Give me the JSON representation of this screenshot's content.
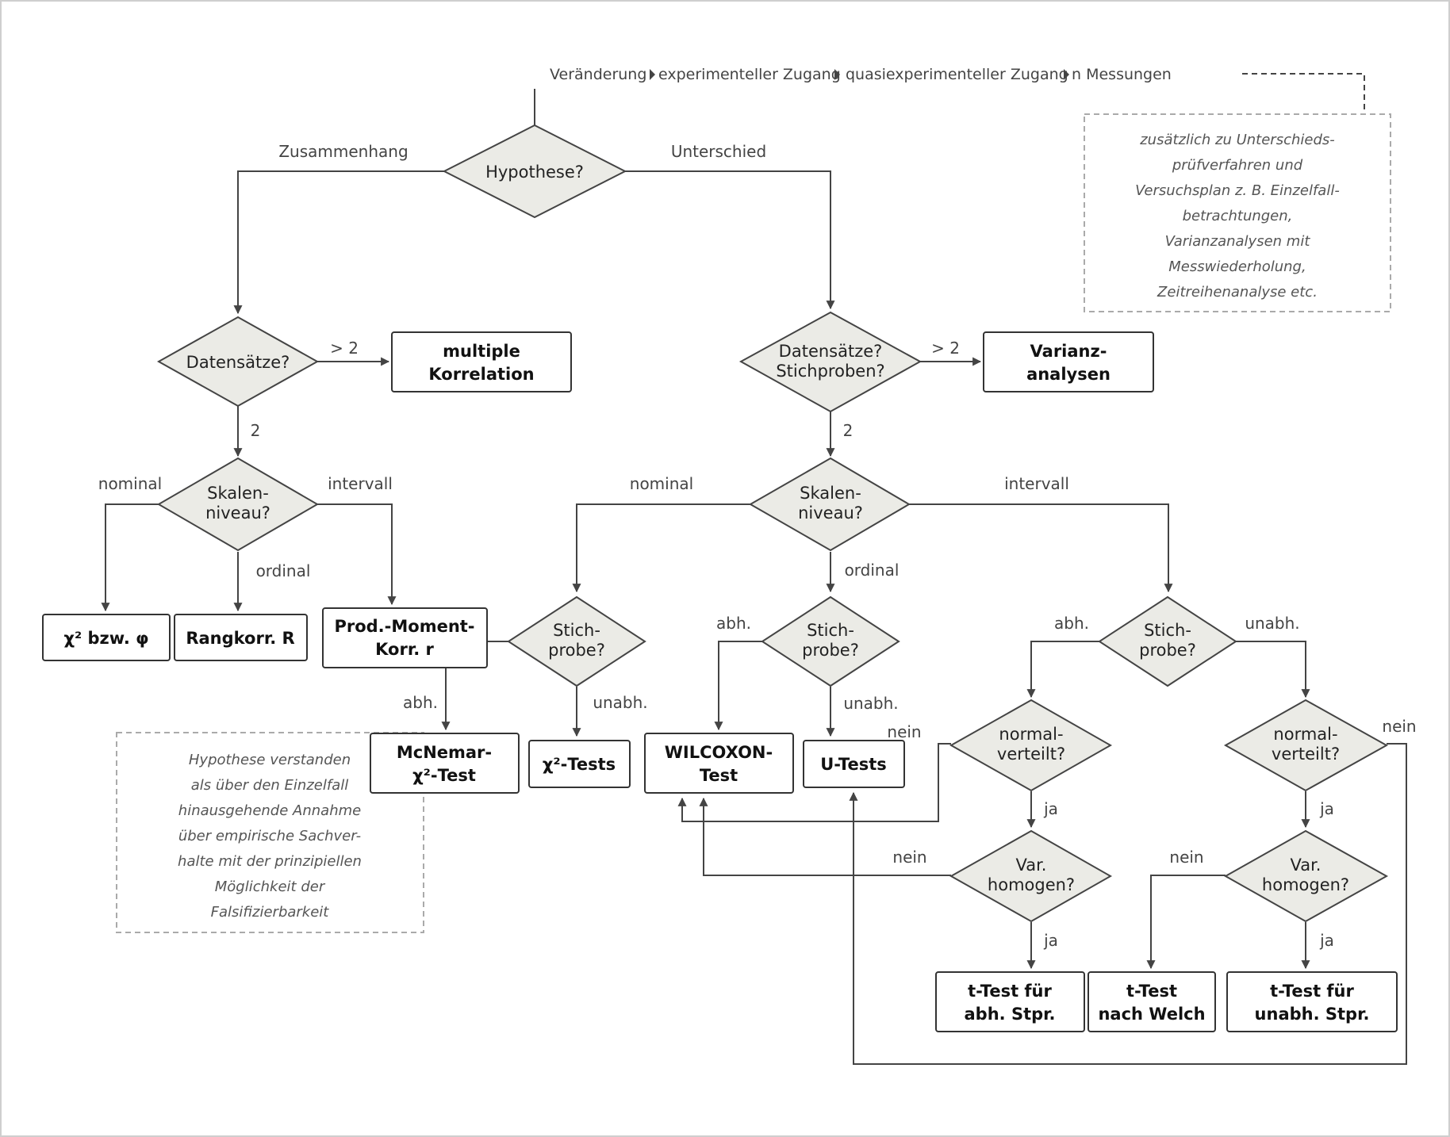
{
  "breadcrumb": [
    "Veränderung",
    "experimenteller Zugang",
    "quasiexperimenteller Zugang",
    "n Messungen"
  ],
  "note_right": [
    "zusätzlich zu Unterschieds-",
    "prüfverfahren und",
    "Versuchsplan z. B. Einzelfall-",
    "betrachtungen,",
    "Varianzanalysen mit",
    "Messwiederholung,",
    "Zeitreihenanalyse etc."
  ],
  "note_left": [
    "Hypothese verstanden",
    "als über den Einzelfall",
    "hinausgehende Annahme",
    "über empirische Sachver-",
    "halte mit der prinzipiellen",
    "Möglichkeit der",
    "Falsifizierbarkeit"
  ],
  "decisions": {
    "hypothese": [
      "Hypothese?"
    ],
    "datensaetze_l": [
      "Datensätze?"
    ],
    "datensaetze_r": [
      "Datensätze?",
      "Stichproben?"
    ],
    "skala_l": [
      "Skalen-",
      "niveau?"
    ],
    "skala_r": [
      "Skalen-",
      "niveau?"
    ],
    "stich_a": [
      "Stich-",
      "probe?"
    ],
    "stich_b": [
      "Stich-",
      "probe?"
    ],
    "stich_c": [
      "Stich-",
      "probe?"
    ],
    "normal_l": [
      "normal-",
      "verteilt?"
    ],
    "normal_r": [
      "normal-",
      "verteilt?"
    ],
    "var_l": [
      "Var.",
      "homogen?"
    ],
    "var_r": [
      "Var.",
      "homogen?"
    ]
  },
  "results": {
    "multiple": [
      "multiple",
      "Korrelation"
    ],
    "varianz": [
      "Varianz-",
      "analysen"
    ],
    "chi_phi": [
      "χ² bzw. φ"
    ],
    "rangkorr": [
      "Rangkorr. R"
    ],
    "prodmoment": [
      "Prod.-Moment-",
      "Korr. r"
    ],
    "mcnemar": [
      "McNemar-",
      "χ²-Test"
    ],
    "chi_tests": [
      "χ²-Tests"
    ],
    "wilcoxon": [
      "WILCOXON-",
      "Test"
    ],
    "utests": [
      "U-Tests"
    ],
    "ttest_abh": [
      "t-Test für",
      "abh. Stpr."
    ],
    "ttest_welch": [
      "t-Test",
      "nach Welch"
    ],
    "ttest_unabh": [
      "t-Test für",
      "unabh. Stpr."
    ]
  },
  "edge_labels": {
    "zusammenhang": "Zusammenhang",
    "unterschied": "Unterschied",
    "gt2_l": ">  2",
    "gt2_r": ">  2",
    "two_l": "2",
    "two_r": "2",
    "nominal_l": "nominal",
    "intervall_l": "intervall",
    "ordinal_l": "ordinal",
    "nominal_r": "nominal",
    "intervall_r": "intervall",
    "ordinal_r": "ordinal",
    "abh_a": "abh.",
    "unabh_a": "unabh.",
    "abh_b": "abh.",
    "unabh_b": "unabh.",
    "abh_c": "abh.",
    "unabh_c": "unabh.",
    "nein_utest": "nein",
    "ja_nl": "ja",
    "nein_vl": "nein",
    "ja_vl": "ja",
    "nein_nr": "nein",
    "ja_nr": "ja",
    "nein_vr": "nein",
    "ja_vr": "ja"
  }
}
